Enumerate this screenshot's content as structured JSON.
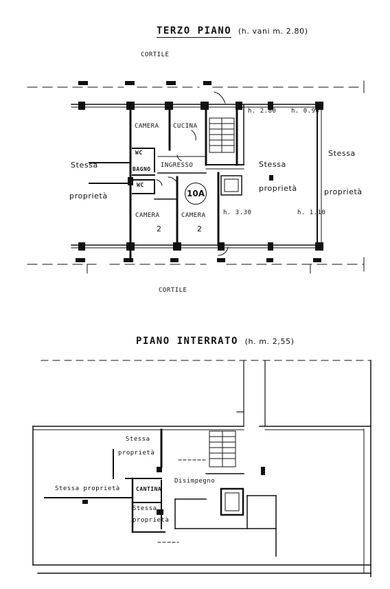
{
  "upper_plan": {
    "title": "TERZO PIANO",
    "height_note": "(h. vani m. 2.80)",
    "courtyard_top": "CORTILE",
    "courtyard_bottom": "CORTILE",
    "rooms": {
      "camera_top": "CAMERA",
      "cucina": "CUCINA",
      "wc_bagno_top": "WC",
      "bagno": "BAGNO",
      "ingresso": "INGRESSO",
      "wc": "WC",
      "camera_left": "CAMERA",
      "camera_left_num": "2",
      "camera_right": "CAMERA",
      "camera_right_num": "2"
    },
    "unit_number": "10A",
    "heights": {
      "h_280": "h. 2.80",
      "h_090": "h. 0.90",
      "h_330": "h. 3.30",
      "h_110": "h. 1.10"
    },
    "neighbors": {
      "left_line1": "Stessa",
      "left_line2": "proprietà",
      "center_line1": "Stessa",
      "center_line2": "proprietà",
      "right_line1": "Stessa",
      "right_line2": "proprietà"
    }
  },
  "lower_plan": {
    "title": "PIANO INTERRATO",
    "height_note": "(h. m. 2,55)",
    "labels": {
      "top_line1": "Stessa",
      "top_line2": "proprietà",
      "left": "Stessa proprietà",
      "cantina": "CANTINA",
      "disimpegno": "Disimpegno",
      "bottom_line1": "Stessa",
      "bottom_line2": "proprietà"
    }
  }
}
